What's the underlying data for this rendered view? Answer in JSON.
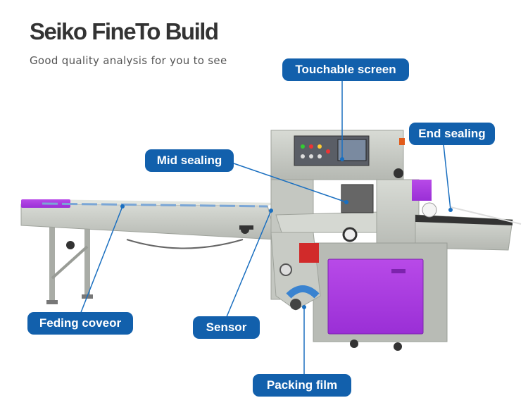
{
  "header": {
    "title": "Seiko FineTo Build",
    "subtitle": "Good quality analysis for you to see"
  },
  "labels": {
    "touchable_screen": "Touchable screen",
    "end_sealing": "End sealing",
    "mid_sealing": "Mid sealing",
    "feeding_conveyor": "Feding coveor",
    "sensor": "Sensor",
    "packing_film": "Packing film"
  },
  "colors": {
    "label_bg": "#1260ac",
    "label_text": "#ffffff",
    "leader_line": "#1a6fc0",
    "accent_purple": "#a93ae0",
    "machine_body": "#c9ccc6"
  }
}
